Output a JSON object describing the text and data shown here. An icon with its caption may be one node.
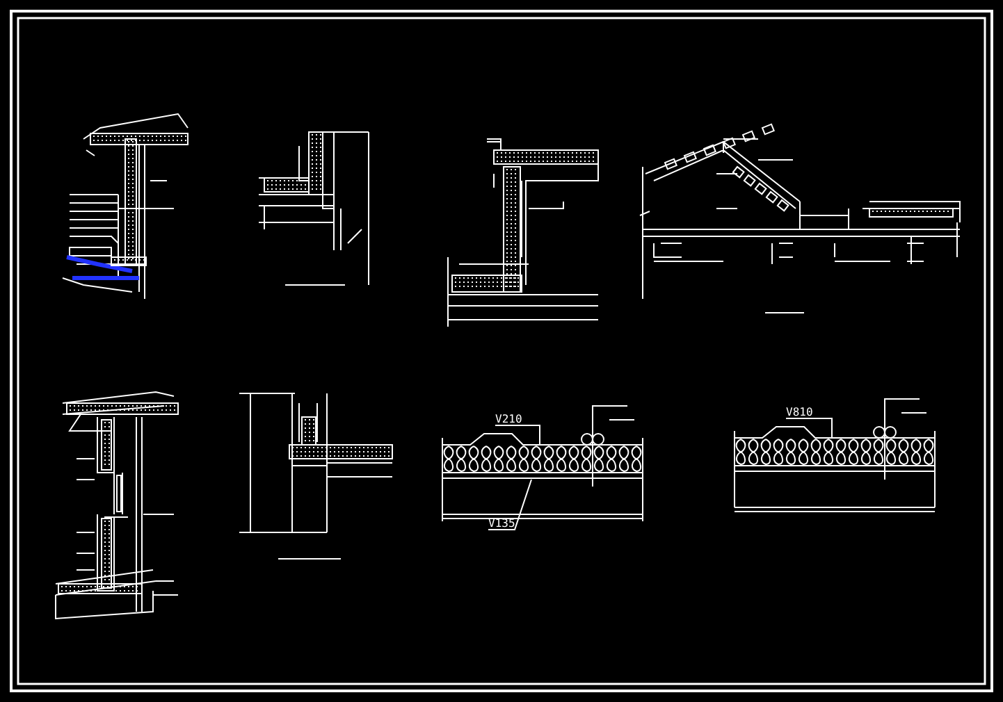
{
  "diagram": {
    "nodes": [
      {
        "text": [
          "V210"
        ]
      },
      {
        "text": [
          "V135"
        ]
      },
      {
        "text": [
          "V810"
        ]
      }
    ],
    "edges": [
      {
        "from": 0,
        "to": null,
        "arrow": "none"
      },
      {
        "from": 1,
        "to": null,
        "arrow": "none"
      },
      {
        "from": 2,
        "to": null,
        "arrow": "none"
      }
    ]
  }
}
